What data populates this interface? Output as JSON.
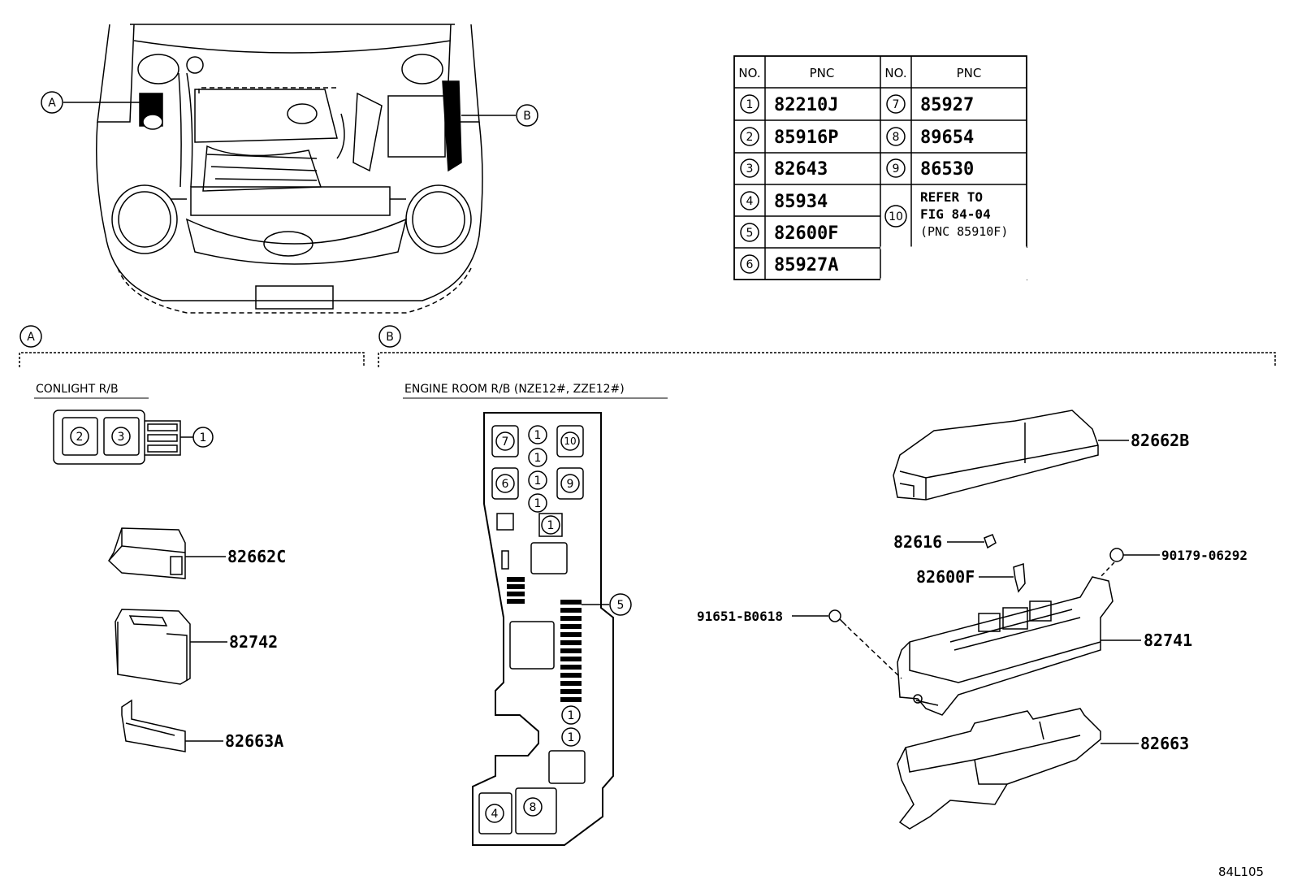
{
  "callouts": {
    "a": "A",
    "b": "B"
  },
  "table": {
    "col_no": "NO.",
    "col_pnc": "PNC",
    "rows": [
      {
        "no": "1",
        "pnc": "82210J"
      },
      {
        "no": "2",
        "pnc": "85916P"
      },
      {
        "no": "3",
        "pnc": "82643"
      },
      {
        "no": "4",
        "pnc": "85934"
      },
      {
        "no": "5",
        "pnc": "82600F"
      },
      {
        "no": "6",
        "pnc": "85927A"
      },
      {
        "no": "7",
        "pnc": "85927"
      },
      {
        "no": "8",
        "pnc": "89654"
      },
      {
        "no": "9",
        "pnc": "86530"
      },
      {
        "no": "10",
        "pnc_lines": [
          "REFER TO",
          "FIG 84-04",
          "(PNC 85910F)"
        ]
      }
    ]
  },
  "section_a": {
    "title": "CONLIGHT R/B",
    "parts": [
      "82662C",
      "82742",
      "82663A"
    ],
    "block_numbers": [
      "2",
      "3",
      "1"
    ]
  },
  "section_b": {
    "title": "ENGINE ROOM R/B (NZE12#, ZZE12#)",
    "block_numbers": [
      "7",
      "1",
      "10",
      "1",
      "6",
      "1",
      "9",
      "1",
      "1",
      "5",
      "1",
      "1",
      "4",
      "8"
    ],
    "parts": [
      "82662B",
      "82616",
      "90179-06292",
      "82600F",
      "91651-B0618",
      "82741",
      "82663"
    ]
  },
  "figure_id": "84L105"
}
